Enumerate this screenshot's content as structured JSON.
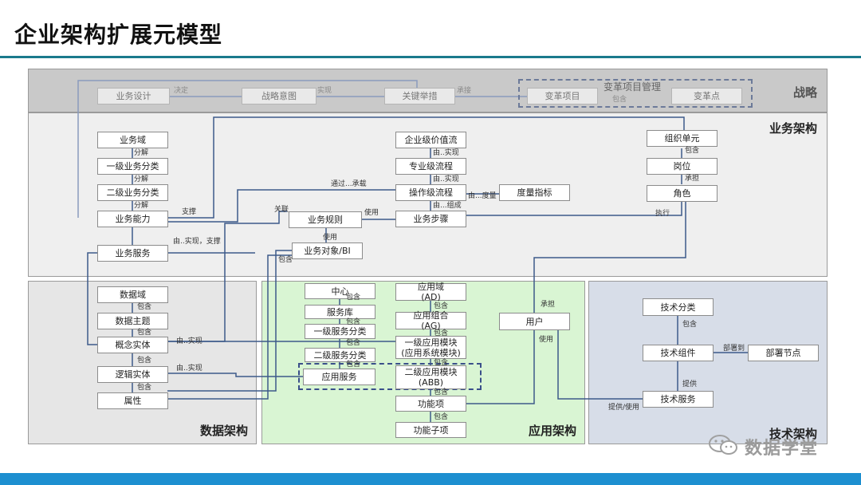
{
  "page_title": "企业架构扩展元模型",
  "regions": {
    "strategy": "战略",
    "business": "业务架构",
    "data": "数据架构",
    "application": "应用架构",
    "technology": "技术架构"
  },
  "strategy": {
    "business_design": "业务设计",
    "strategic_intent": "战略意图",
    "key_initiative": "关键举措",
    "change_program": "变革项目管理",
    "change_project": "变革项目",
    "change_point": "变革点",
    "labels": {
      "decide": "决定",
      "realize": "实现",
      "inherit": "承接",
      "contains": "包含"
    }
  },
  "business": {
    "domain": "业务域",
    "l1_category": "一级业务分类",
    "l2_category": "二级业务分类",
    "capability": "业务能力",
    "service": "业务服务",
    "value_stream": "企业级价值流",
    "pro_process": "专业级流程",
    "op_process": "操作级流程",
    "metric": "度量指标",
    "step": "业务步骤",
    "rule": "业务规则",
    "object": "业务对象/BI",
    "org_unit": "组织单元",
    "position": "岗位",
    "role": "角色",
    "labels": {
      "decompose1": "分解",
      "decompose2": "分解",
      "decompose3": "分解",
      "support": "支撑",
      "by_realize_support": "由..实现，支撑",
      "by_realize1": "由..实现",
      "by_realize2": "由..实现",
      "via_carry": "通过...承载",
      "by_measure": "由...度量",
      "by_compose": "由...组成",
      "associate": "关联",
      "use1": "使用",
      "use2": "使用",
      "contains1": "包含",
      "contains2": "包含",
      "undertake": "承担",
      "execute": "执行"
    }
  },
  "data_arch": {
    "domain": "数据域",
    "subject": "数据主题",
    "concept_entity": "概念实体",
    "logical_entity": "逻辑实体",
    "attribute": "属性",
    "labels": {
      "c1": "包含",
      "c2": "包含",
      "c3": "包含",
      "c4": "包含",
      "by_realize1": "由..实现",
      "by_realize2": "由..实现"
    }
  },
  "app_arch": {
    "center": "中心",
    "service_lib": "服务库",
    "l1_service_cat": "一级服务分类",
    "l2_service_cat": "二级服务分类",
    "app_service": "应用服务",
    "app_domain": "应用域\n(AD)",
    "app_group": "应用组合\n(AG)",
    "l1_module": "一级应用模块\n(应用系统模块)",
    "l2_module": "二级应用模块\n(ABB)",
    "function": "功能项",
    "sub_function": "功能子项",
    "user": "用户",
    "labels": {
      "c1": "包含",
      "c2": "包含",
      "c3": "包含",
      "c4": "包含",
      "c5": "包含",
      "c6": "包含",
      "c7": "包含",
      "c8": "包含",
      "c9": "包含",
      "undertake": "承担",
      "use": "使用"
    }
  },
  "tech_arch": {
    "category": "技术分类",
    "component": "技术组件",
    "deploy_node": "部署节点",
    "service": "技术服务",
    "labels": {
      "contains": "包含",
      "deployed_to": "部署到",
      "provide": "提供",
      "provide_use": "提供/使用"
    }
  },
  "watermark": "数据学堂",
  "colors": {
    "strategy_bg": "#c9c9c9",
    "business_bg": "#efefef",
    "data_bg": "#e6e6e6",
    "app_bg": "#d9f5d3",
    "tech_bg": "#d7dde8",
    "title_rule": "#1a7a8c",
    "bottom_bar": "#1d8fd0",
    "line": "#3d5a8a"
  },
  "icons": [
    "wechat-icon"
  ]
}
